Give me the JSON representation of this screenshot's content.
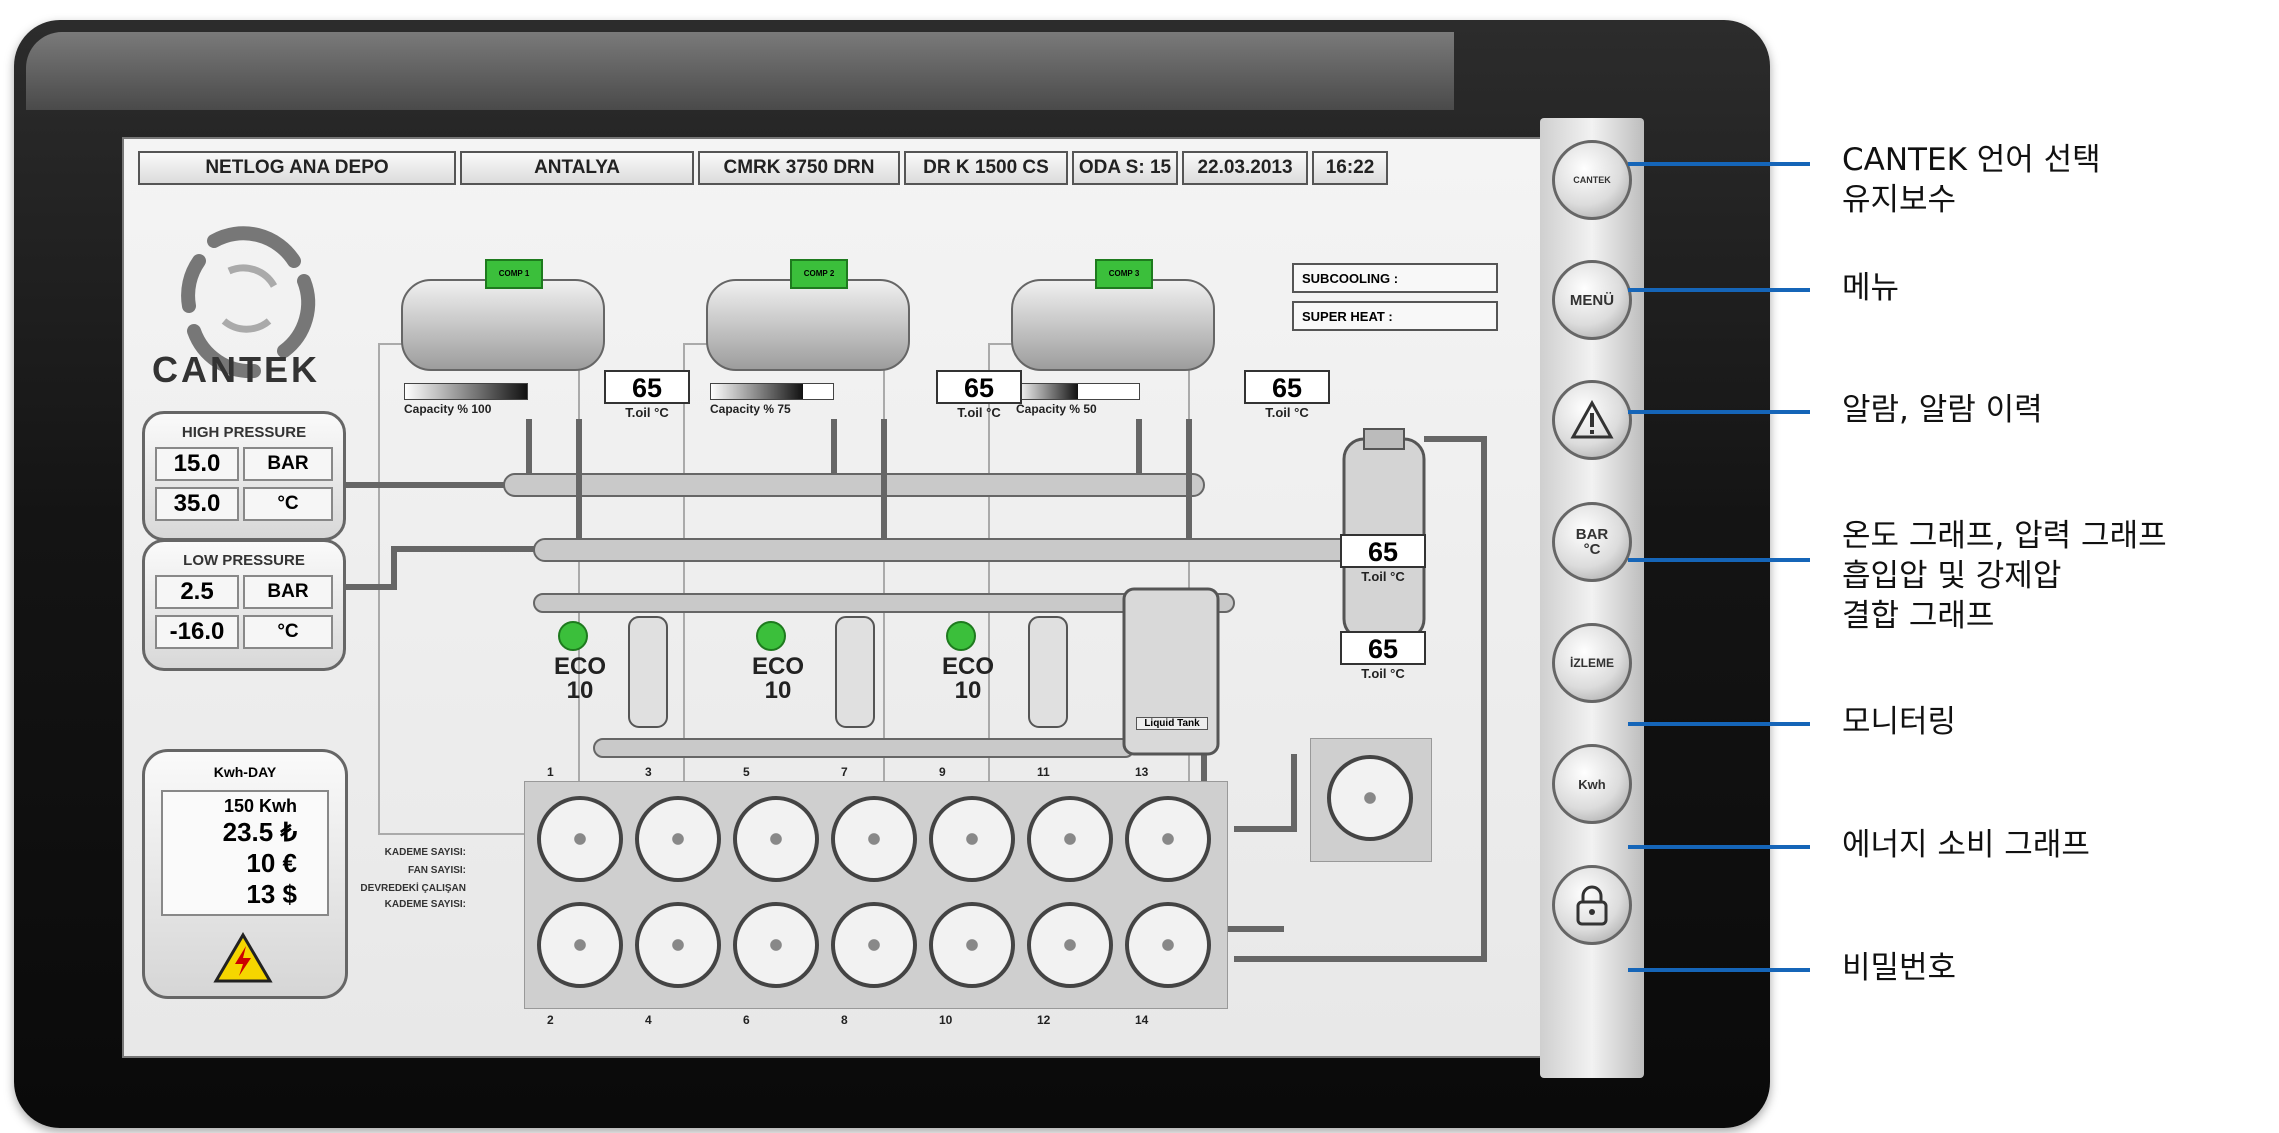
{
  "header": {
    "cells": [
      "NETLOG ANA DEPO",
      "ANTALYA",
      "CMRK 3750 DRN",
      "DR K 1500 CS",
      "ODA S: 15",
      "22.03.2013",
      "16:22"
    ]
  },
  "logo": {
    "text": "CANTEK"
  },
  "high_pressure": {
    "title": "HIGH PRESSURE",
    "bar_value": "15.0",
    "bar_unit": "BAR",
    "temp_value": "35.0",
    "temp_unit": "°C"
  },
  "low_pressure": {
    "title": "LOW PRESSURE",
    "bar_value": "2.5",
    "bar_unit": "BAR",
    "temp_value": "-16.0",
    "temp_unit": "°C"
  },
  "compressors": [
    {
      "label": "COMP 1",
      "capacity_label": "Capacity % 100",
      "capacity": 1.0,
      "toil_value": "65",
      "toil_label": "T.oil °C"
    },
    {
      "label": "COMP 2",
      "capacity_label": "Capacity % 75",
      "capacity": 0.75,
      "toil_value": "65",
      "toil_label": "T.oil °C"
    },
    {
      "label": "COMP 3",
      "capacity_label": "Capacity % 50",
      "capacity": 0.5,
      "toil_value": "65",
      "toil_label": "T.oil °C"
    }
  ],
  "separator": {
    "toil_value": "65",
    "toil_label": "T.oil °C"
  },
  "receiver_toil": {
    "toil_value": "65",
    "toil_label": "T.oil °C"
  },
  "info": {
    "subcooling": "SUBCOOLING :",
    "superheat": "SUPER HEAT  :"
  },
  "eco": [
    {
      "label": "ECO",
      "value": "10"
    },
    {
      "label": "ECO",
      "value": "10"
    },
    {
      "label": "ECO",
      "value": "10"
    }
  ],
  "liquid_tank": {
    "label": "Liquid Tank"
  },
  "kwh": {
    "title": "Kwh-DAY",
    "daily": "150 Kwh",
    "try": "23.5 ₺",
    "eur": "10 €",
    "usd": "13 $"
  },
  "kademe_labels": [
    "KADEME SAYISI:",
    "FAN SAYISI:",
    "DEVREDEKİ ÇALIŞAN",
    "KADEME SAYISI:"
  ],
  "fan_numbers_top": [
    "1",
    "3",
    "5",
    "7",
    "9",
    "11",
    "13"
  ],
  "fan_numbers_bottom": [
    "2",
    "4",
    "6",
    "8",
    "10",
    "12",
    "14"
  ],
  "side_buttons": {
    "cantek": "CANTEK",
    "menu": "MENÜ",
    "bar_top": "BAR",
    "bar_bottom": "°C",
    "izleme": "İZLEME",
    "kwh": "Kwh"
  },
  "callouts": {
    "c1_line1": "CANTEK 언어 선택",
    "c1_line2": "유지보수",
    "c2": "메뉴",
    "c3": "알람, 알람 이력",
    "c4_line1": "온도 그래프, 압력 그래프",
    "c4_line2": "흡입압 및 강제압",
    "c4_line3": "결합 그래프",
    "c5": "모니터링",
    "c6": "에너지 소비 그래프",
    "c7": "비밀번호"
  },
  "colors": {
    "callout_blue": "#1565b8",
    "comp_green": "#3bbf3b",
    "bezel": "#141414"
  }
}
